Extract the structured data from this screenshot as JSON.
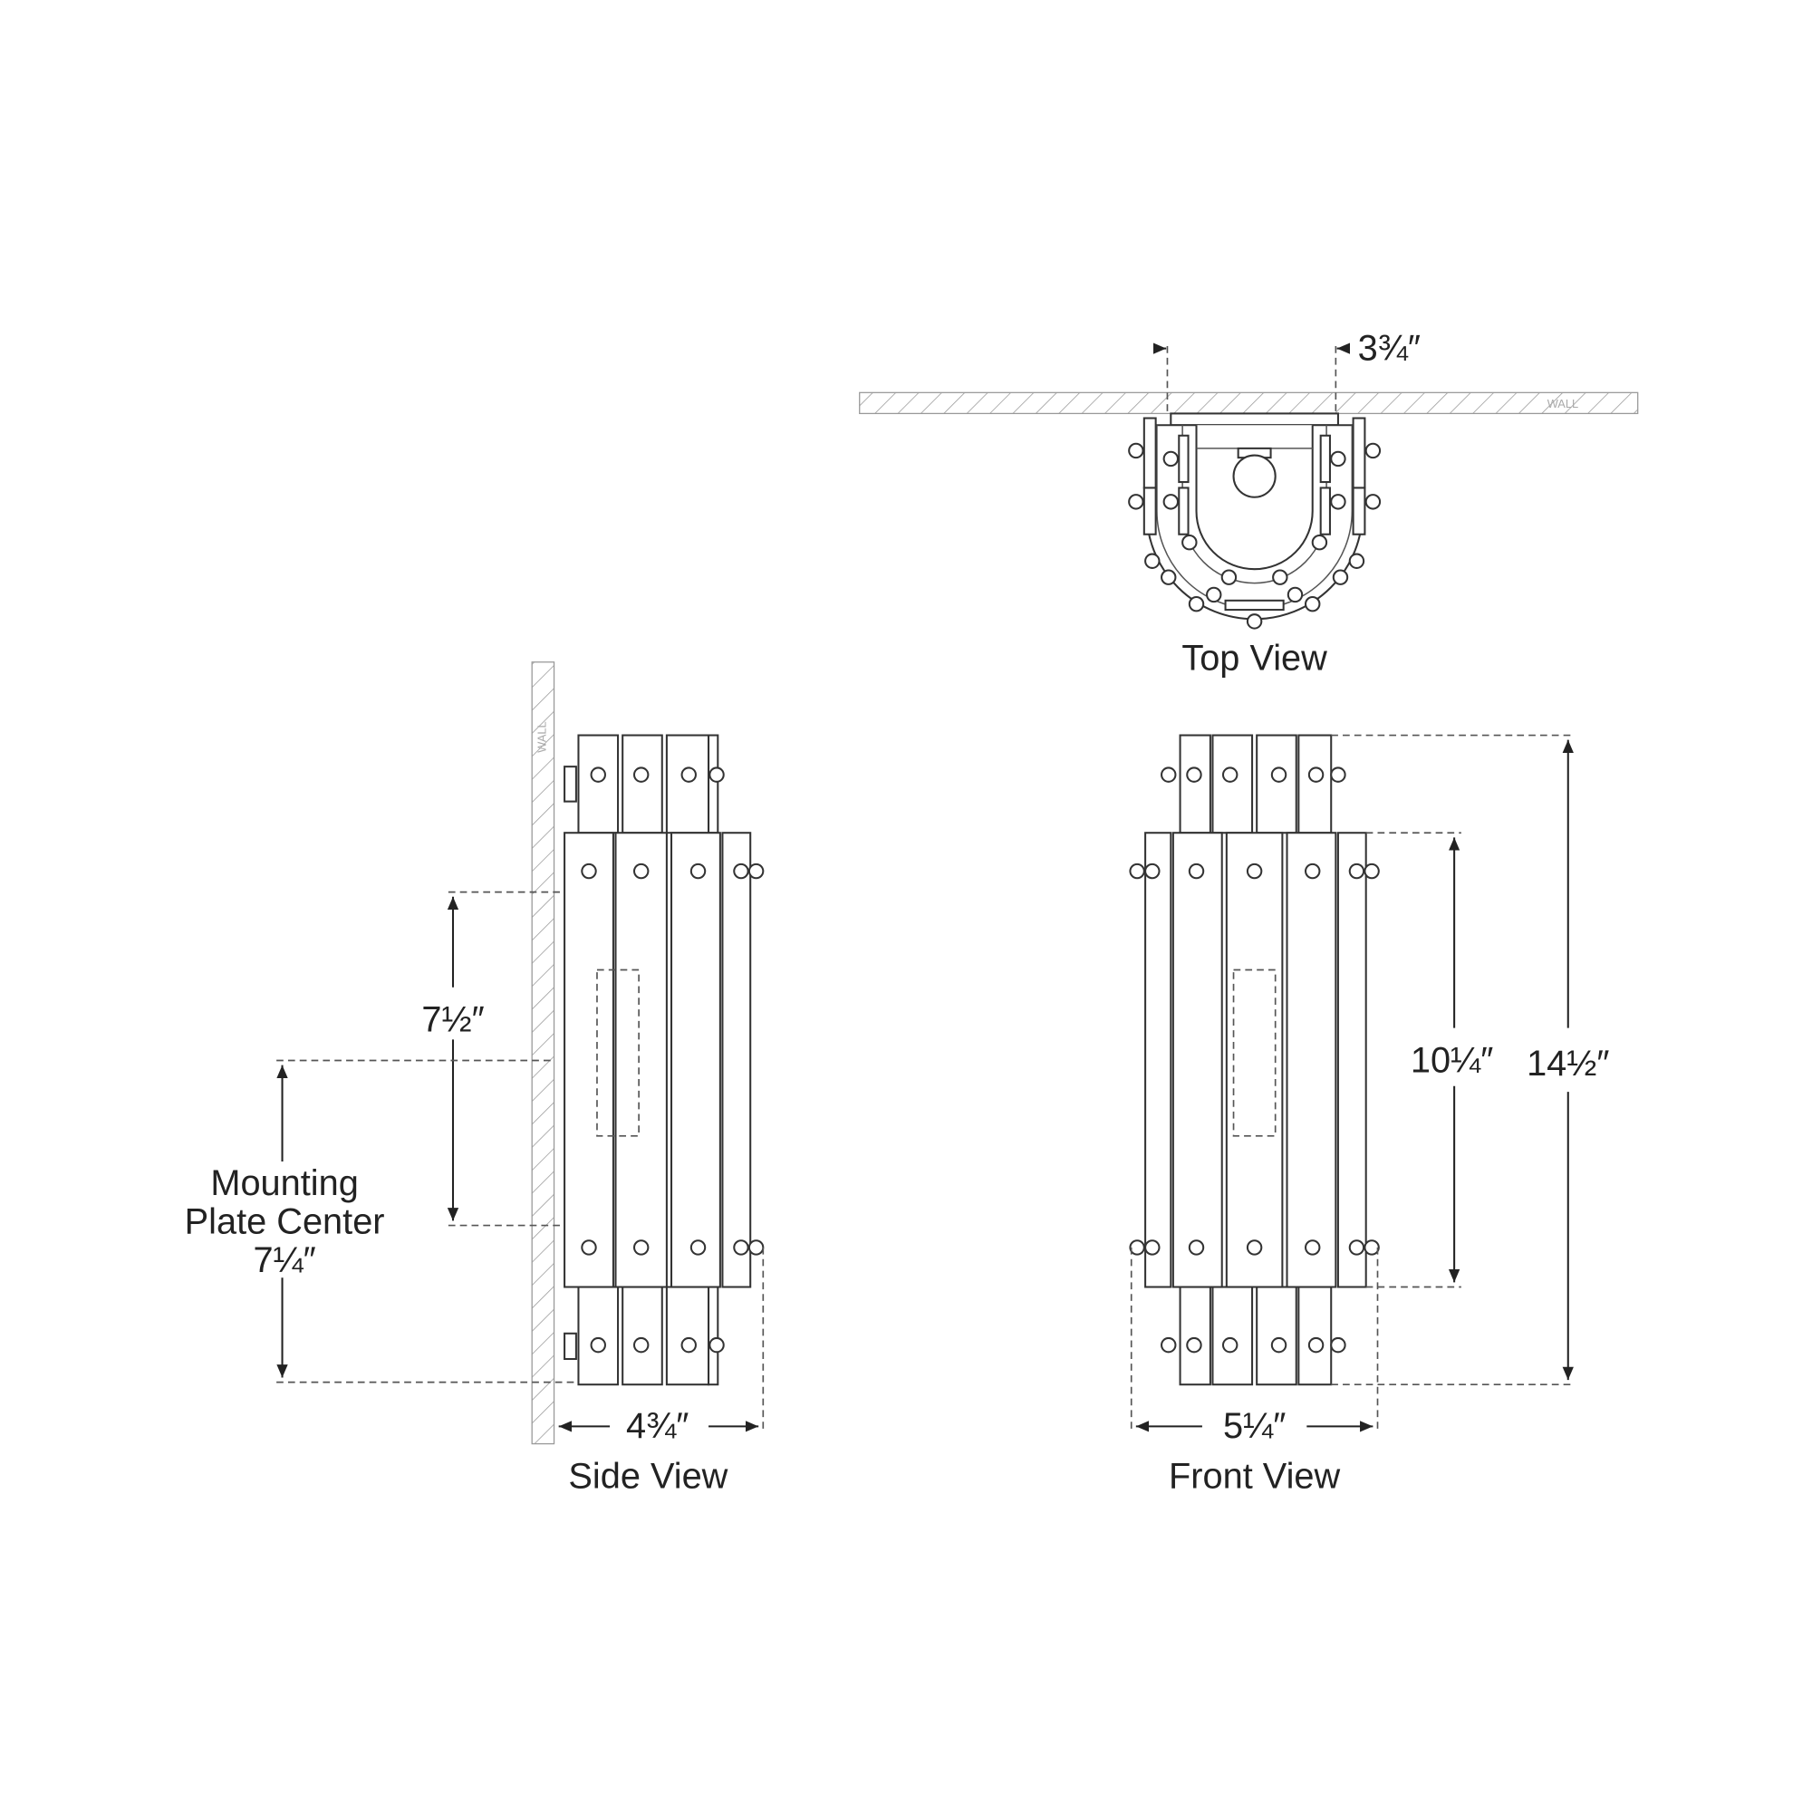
{
  "top_view": {
    "title": "Top View",
    "depth_dimension": "3¾″",
    "wall_label": "WALL"
  },
  "side_view": {
    "title": "Side View",
    "wall_label": "WALL",
    "backplate_height": "7½″",
    "mounting_label_line1": "Mounting",
    "mounting_label_line2": "Plate Center",
    "mounting_value": "7¼″",
    "extension": "4¾″"
  },
  "front_view": {
    "title": "Front View",
    "body_height": "10¼″",
    "overall_height": "14½″",
    "width": "5¼″"
  }
}
